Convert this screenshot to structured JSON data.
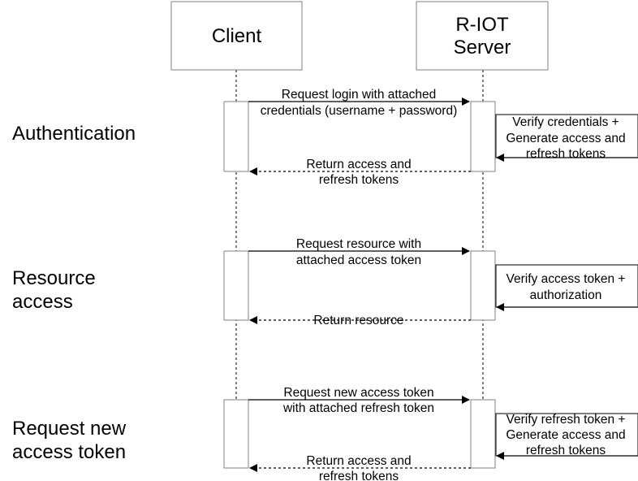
{
  "participants": {
    "client": "Client",
    "server_line1": "R-IOT",
    "server_line2": "Server"
  },
  "phases": [
    {
      "label_lines": [
        "Authentication"
      ],
      "request_lines": [
        "Request login with attached",
        "credentials (username + password)"
      ],
      "note_lines": [
        "Verify credentials +",
        "Generate access and",
        "refresh tokens"
      ],
      "response_lines": [
        "Return access and",
        "refresh tokens"
      ]
    },
    {
      "label_lines": [
        "Resource",
        "access"
      ],
      "request_lines": [
        "Request resource with",
        "attached access token"
      ],
      "note_lines": [
        "Verify access token +",
        "authorization"
      ],
      "response_lines": [
        "Return resource"
      ]
    },
    {
      "label_lines": [
        "Request new",
        "access token"
      ],
      "request_lines": [
        "Request new access token",
        "with attached refresh token"
      ],
      "note_lines": [
        "Verify refresh token +",
        "Generate access and",
        "refresh tokens"
      ],
      "response_lines": [
        "Return access and",
        "refresh tokens"
      ]
    }
  ]
}
